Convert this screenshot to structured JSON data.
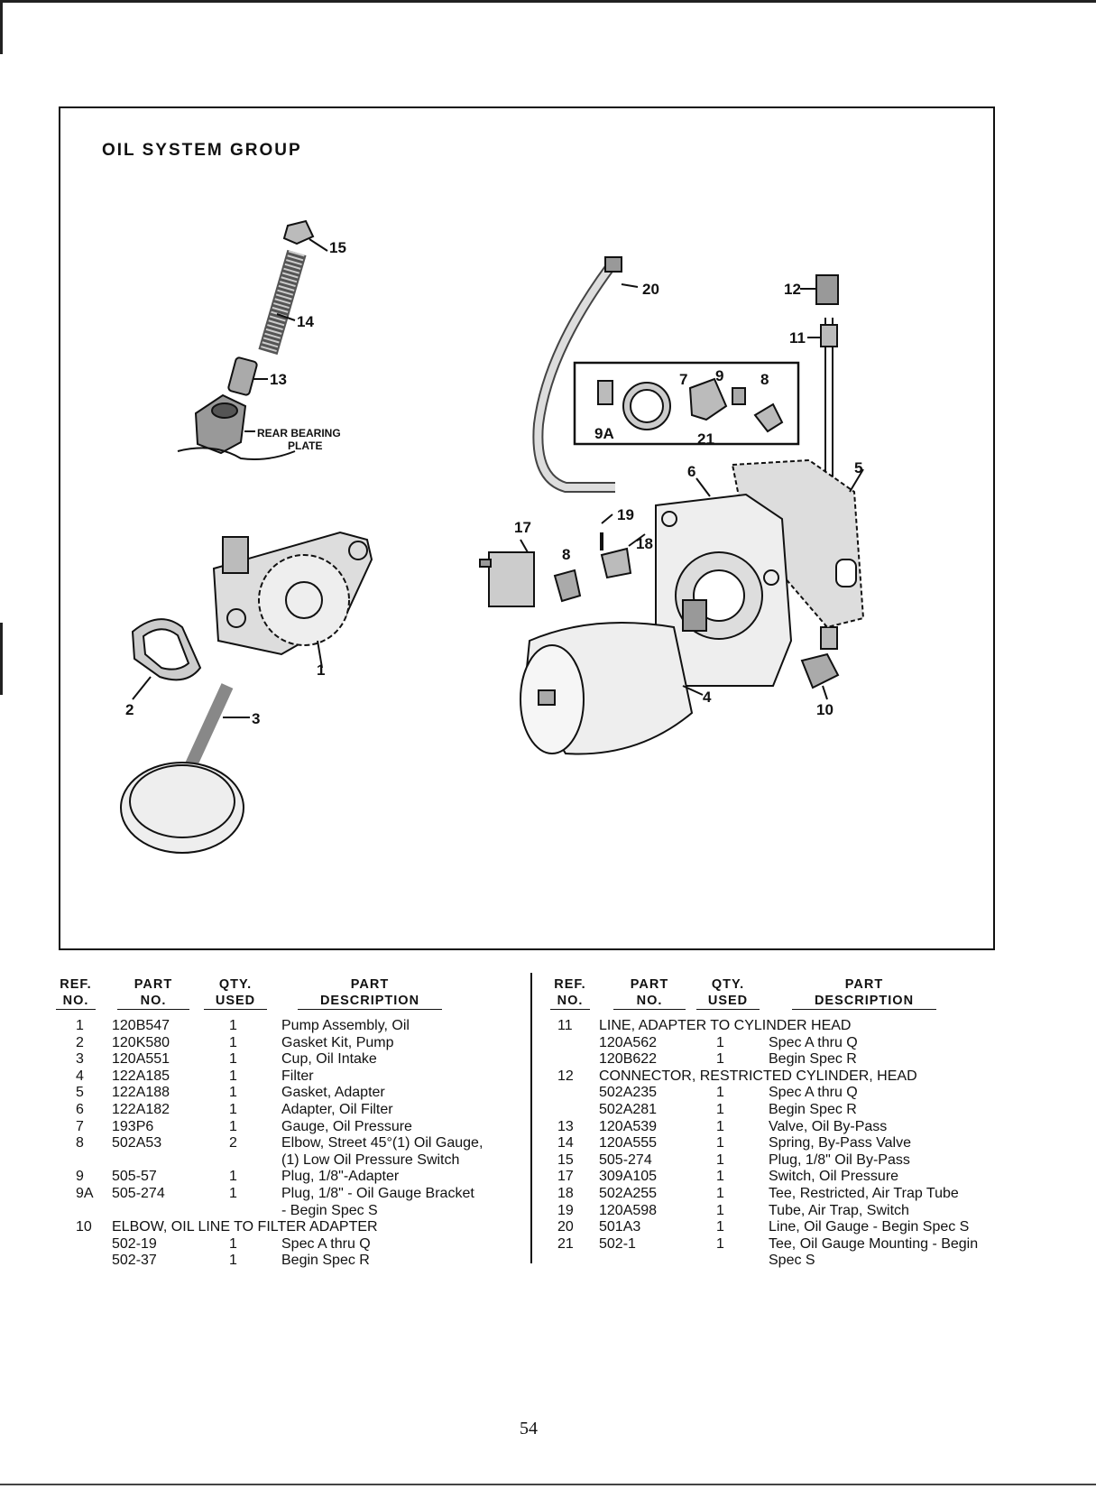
{
  "title": "OIL SYSTEM GROUP",
  "page_number": "54",
  "diagram_labels": {
    "l15": "15",
    "l14": "14",
    "l13": "13",
    "rear_bearing_1": "REAR BEARING",
    "rear_bearing_2": "PLATE",
    "l1": "1",
    "l2": "2",
    "l3": "3",
    "l20": "20",
    "l12": "12",
    "l11": "11",
    "l7": "7",
    "l9": "9",
    "l8a": "8",
    "l9a": "9A",
    "l21": "21",
    "l6": "6",
    "l5": "5",
    "l17": "17",
    "l19": "19",
    "l18": "18",
    "l8b": "8",
    "l4": "4",
    "l10": "10"
  },
  "headers": {
    "ref": [
      "REF.",
      "NO."
    ],
    "part": [
      "PART",
      "NO."
    ],
    "qty": [
      "QTY.",
      "USED"
    ],
    "desc": [
      "PART",
      "DESCRIPTION"
    ]
  },
  "left_rows": [
    {
      "ref": "1",
      "part": "120B547",
      "qty": "1",
      "desc": "Pump Assembly, Oil"
    },
    {
      "ref": "2",
      "part": "120K580",
      "qty": "1",
      "desc": "Gasket Kit, Pump"
    },
    {
      "ref": "3",
      "part": "120A551",
      "qty": "1",
      "desc": "Cup, Oil Intake"
    },
    {
      "ref": "4",
      "part": "122A185",
      "qty": "1",
      "desc": "Filter"
    },
    {
      "ref": "5",
      "part": "122A188",
      "qty": "1",
      "desc": "Gasket, Adapter"
    },
    {
      "ref": "6",
      "part": "122A182",
      "qty": "1",
      "desc": "Adapter, Oil Filter"
    },
    {
      "ref": "7",
      "part": "193P6",
      "qty": "1",
      "desc": "Gauge, Oil Pressure"
    },
    {
      "ref": "8",
      "part": "502A53",
      "qty": "2",
      "desc": "Elbow, Street 45°(1) Oil Gauge,"
    },
    {
      "ref": "",
      "part": "",
      "qty": "",
      "desc": "(1) Low Oil Pressure Switch"
    },
    {
      "ref": "9",
      "part": "505-57",
      "qty": "1",
      "desc": "Plug, 1/8\"-Adapter"
    },
    {
      "ref": "9A",
      "part": "505-274",
      "qty": "1",
      "desc": "Plug, 1/8\" - Oil Gauge Bracket"
    },
    {
      "ref": "",
      "part": "",
      "qty": "",
      "desc": "- Begin Spec S"
    },
    {
      "ref": "10",
      "full": "ELBOW, OIL LINE TO FILTER ADAPTER"
    },
    {
      "ref": "",
      "part": "502-19",
      "qty": "1",
      "desc": "Spec A thru Q"
    },
    {
      "ref": "",
      "part": "502-37",
      "qty": "1",
      "desc": "Begin Spec R"
    }
  ],
  "right_rows": [
    {
      "ref": "11",
      "full": "LINE, ADAPTER TO CYLINDER HEAD"
    },
    {
      "ref": "",
      "part": "120A562",
      "qty": "1",
      "desc": "Spec A thru Q"
    },
    {
      "ref": "",
      "part": "120B622",
      "qty": "1",
      "desc": "Begin Spec R"
    },
    {
      "ref": "12",
      "full": "CONNECTOR, RESTRICTED CYLINDER, HEAD"
    },
    {
      "ref": "",
      "part": "502A235",
      "qty": "1",
      "desc": "Spec A thru Q"
    },
    {
      "ref": "",
      "part": "502A281",
      "qty": "1",
      "desc": "Begin Spec R"
    },
    {
      "ref": "13",
      "part": "120A539",
      "qty": "1",
      "desc": "Valve, Oil By-Pass"
    },
    {
      "ref": "14",
      "part": "120A555",
      "qty": "1",
      "desc": "Spring, By-Pass Valve"
    },
    {
      "ref": "15",
      "part": "505-274",
      "qty": "1",
      "desc": "Plug, 1/8\" Oil By-Pass"
    },
    {
      "ref": "17",
      "part": "309A105",
      "qty": "1",
      "desc": "Switch, Oil Pressure"
    },
    {
      "ref": "18",
      "part": "502A255",
      "qty": "1",
      "desc": "Tee, Restricted, Air Trap Tube"
    },
    {
      "ref": "19",
      "part": "120A598",
      "qty": "1",
      "desc": "Tube, Air Trap, Switch"
    },
    {
      "ref": "20",
      "part": "501A3",
      "qty": "1",
      "desc": "Line, Oil Gauge - Begin Spec S"
    },
    {
      "ref": "21",
      "part": "502-1",
      "qty": "1",
      "desc": "Tee, Oil Gauge Mounting - Begin"
    },
    {
      "ref": "",
      "part": "",
      "qty": "",
      "desc": "Spec S"
    }
  ]
}
